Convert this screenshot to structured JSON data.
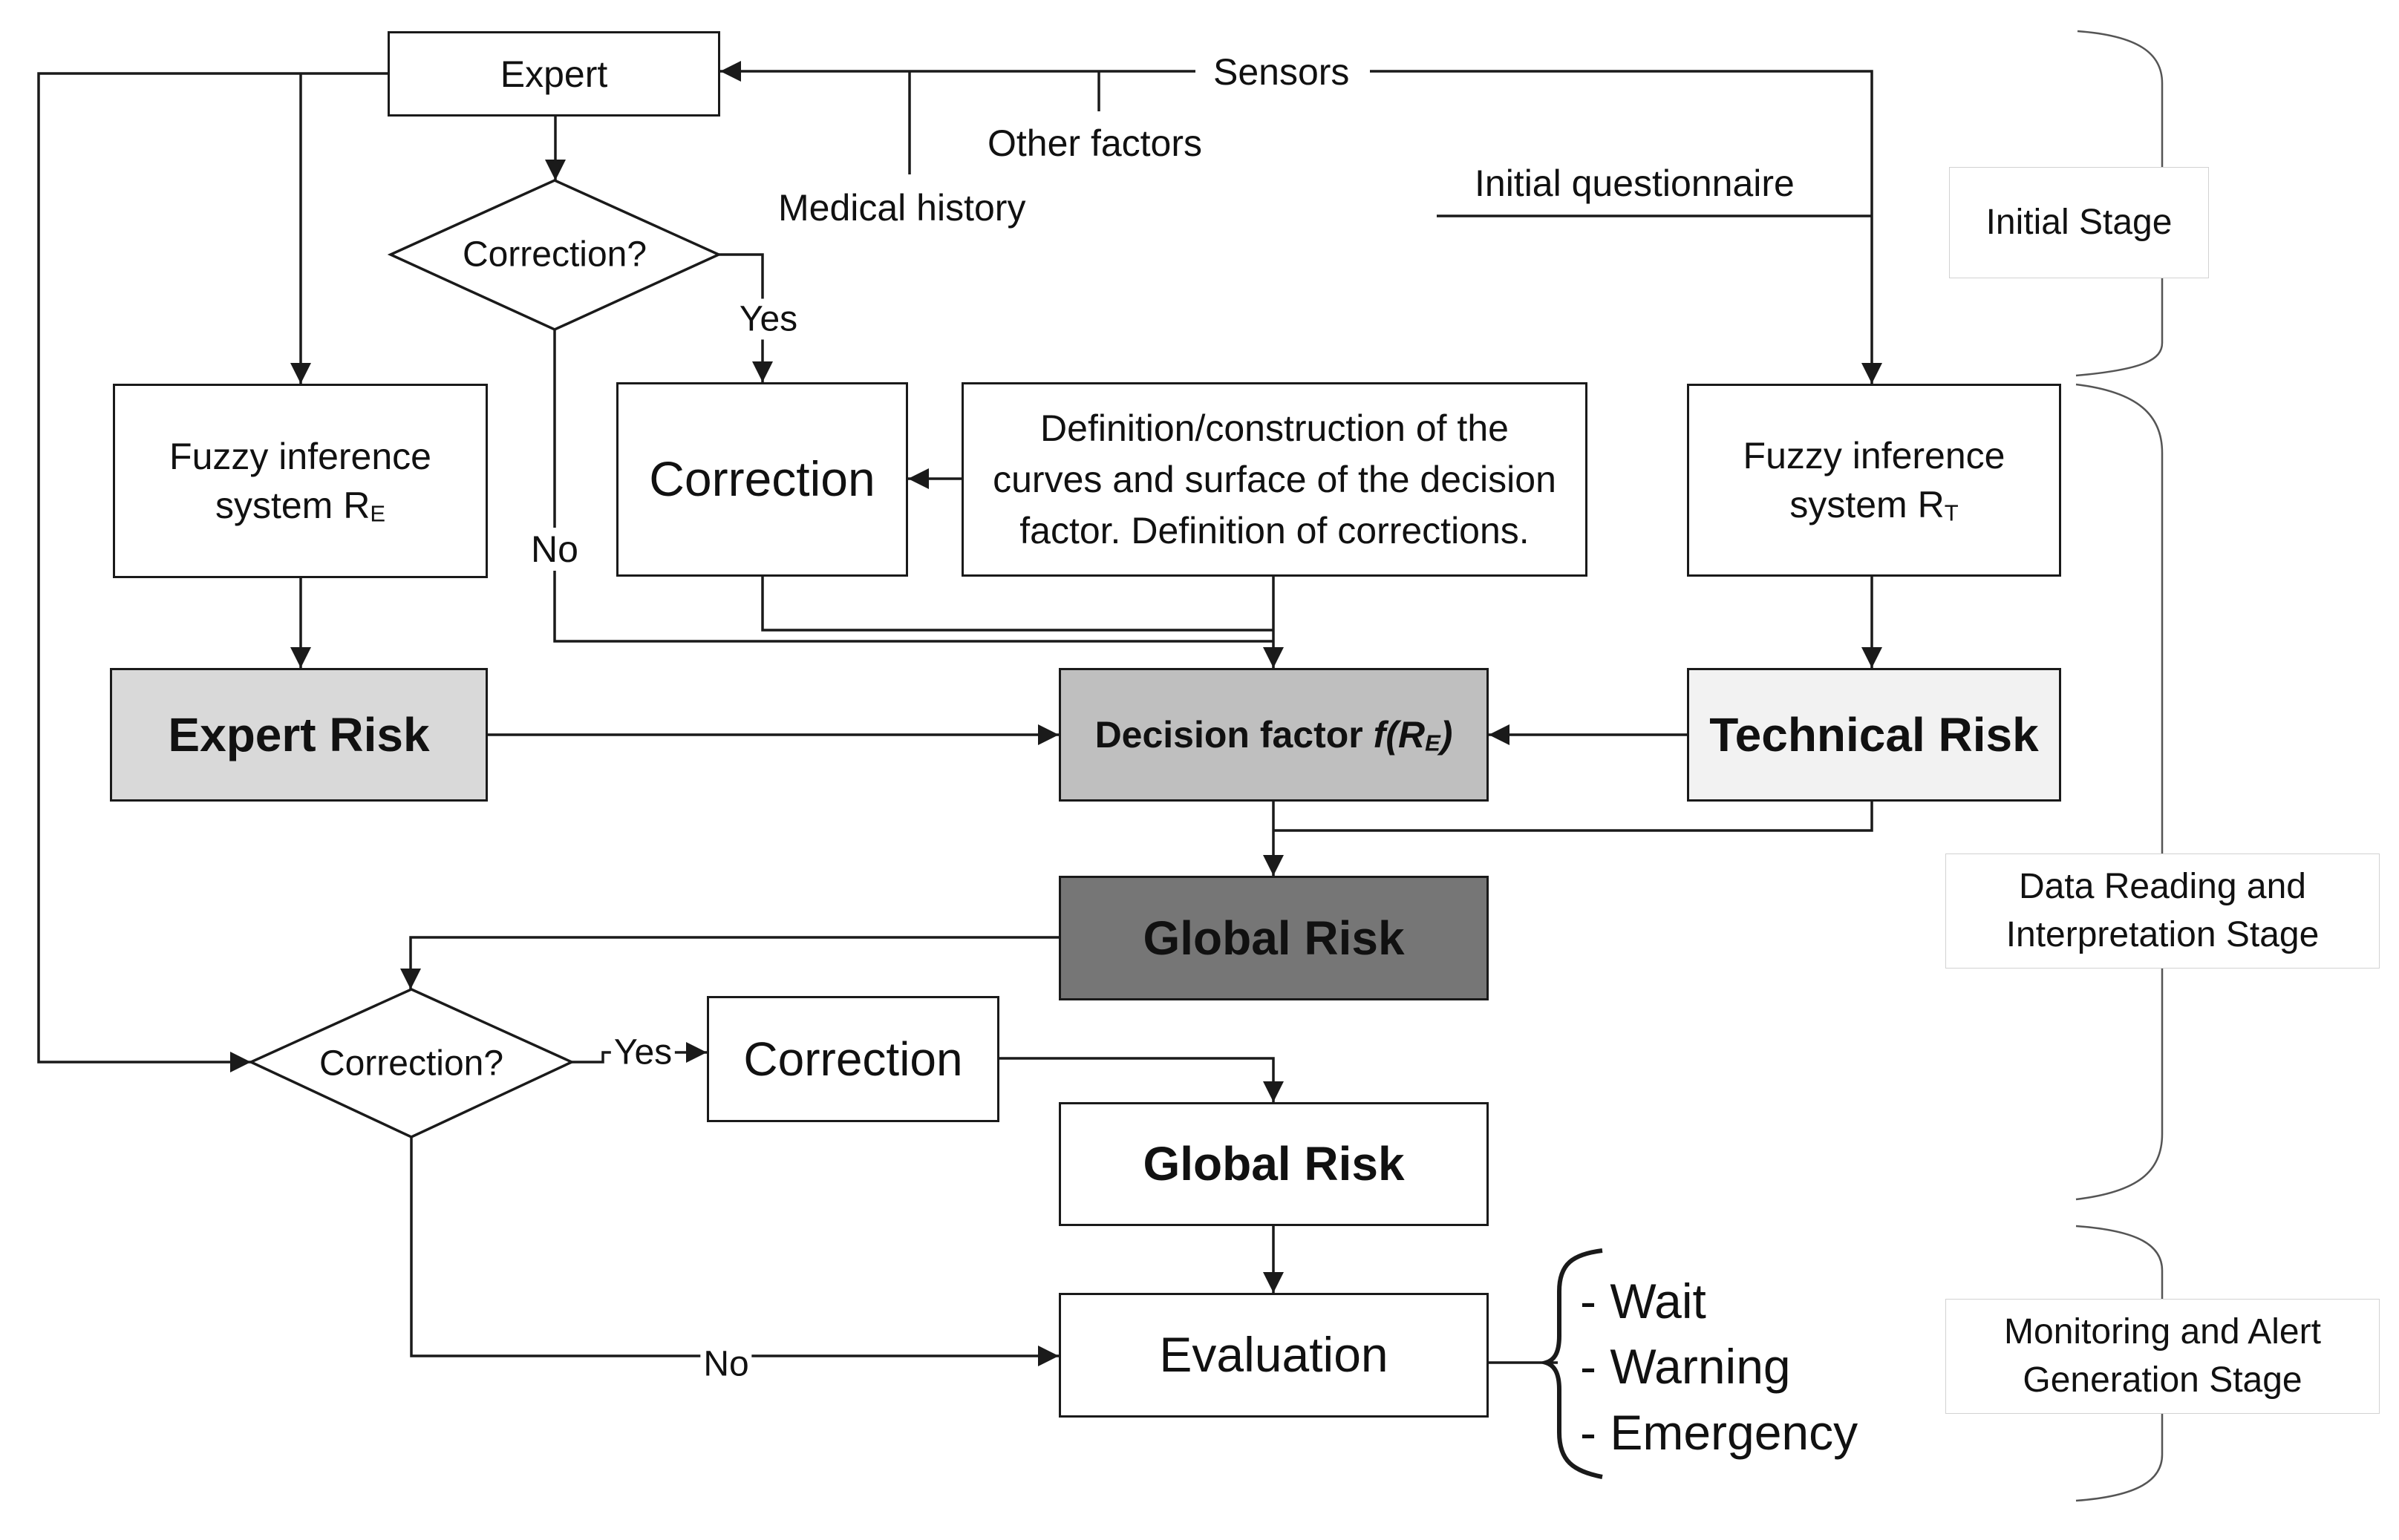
{
  "colors": {
    "stroke": "#1a1a1a",
    "expert_risk_fill": "#d9d9d9",
    "decision_factor_fill": "#bfbfbf",
    "technical_risk_fill": "#f2f2f2",
    "global_risk_fill": "#767676",
    "stage_border": "#d2d2d2"
  },
  "inputs": {
    "expert": "Expert",
    "sensors": "Sensors",
    "other_factors": "Other factors",
    "medical_history": "Medical history",
    "initial_questionnaire": "Initial questionnaire"
  },
  "decisions": {
    "top_correction_q": "Correction?",
    "bottom_correction_q": "Correction?",
    "yes": "Yes",
    "no": "No"
  },
  "processes": {
    "fuzzy_expert_line1": "Fuzzy inference",
    "fuzzy_expert_line2": "system R",
    "fuzzy_expert_sub": "E",
    "correction_top": "Correction",
    "definition_line1": "Definition/construction of the",
    "definition_line2": "curves and surface of the decision",
    "definition_line3": "factor. Definition of corrections.",
    "fuzzy_technical_line1": "Fuzzy inference",
    "fuzzy_technical_line2": "system R",
    "fuzzy_technical_sub": "T",
    "expert_risk": "Expert Risk",
    "decision_factor_text": "Decision factor ",
    "decision_factor_func_open": "f(R",
    "decision_factor_sub": "E",
    "decision_factor_func_close": ")",
    "technical_risk": "Technical Risk",
    "global_risk_shaded": "Global Risk",
    "correction_bottom": "Correction",
    "global_risk": "Global Risk",
    "evaluation": "Evaluation"
  },
  "outcomes": [
    "- Wait",
    "- Warning",
    "- Emergency"
  ],
  "stages": {
    "initial": "Initial Stage",
    "data_line1": "Data Reading and",
    "data_line2": "Interpretation Stage",
    "monitoring_line1": "Monitoring and Alert",
    "monitoring_line2": "Generation Stage"
  }
}
